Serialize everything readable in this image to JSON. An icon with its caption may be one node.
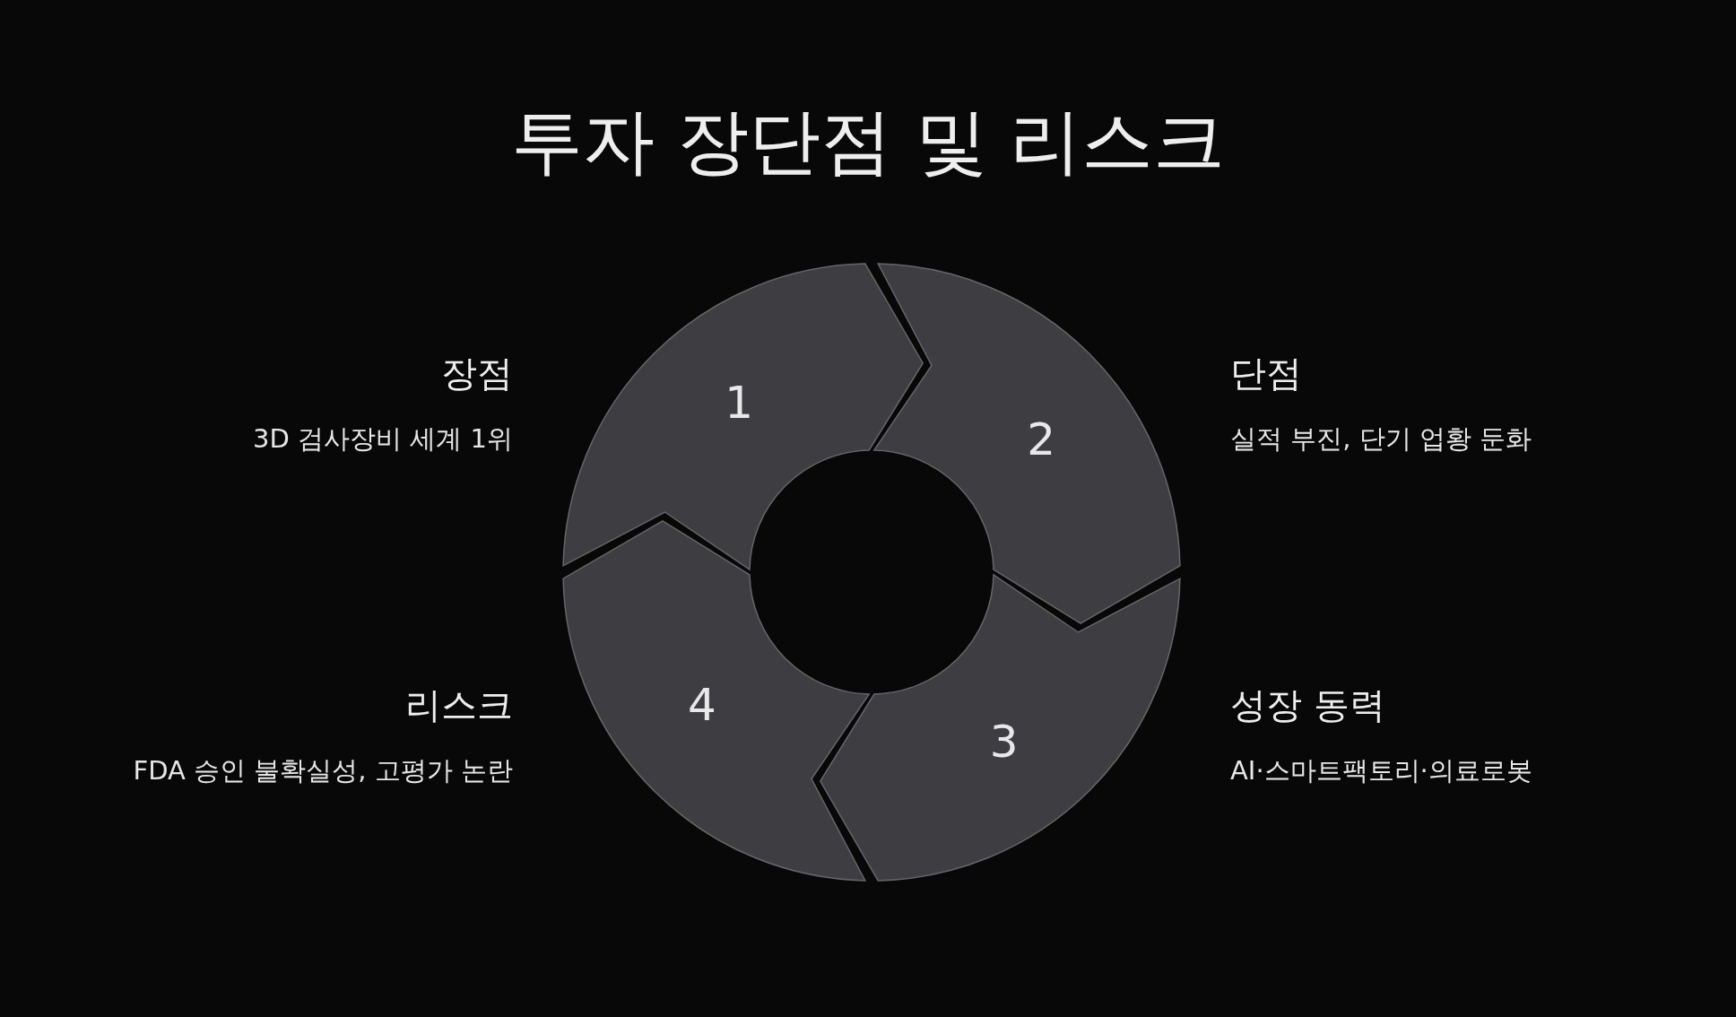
{
  "diagram": {
    "title": "투자 장단점 및 리스크",
    "nodes": [
      {
        "text": [
          "1"
        ],
        "beside": [
          "장점",
          "3D 검사장비 세계 1위"
        ]
      },
      {
        "text": [
          "2"
        ],
        "beside": [
          "단점",
          "실적 부진, 단기 업황 둔화"
        ]
      },
      {
        "text": [
          "3"
        ],
        "beside": [
          "성장 동력",
          "AI·스마트팩토리·의료로봇"
        ]
      },
      {
        "text": [
          "4"
        ],
        "beside": [
          "리스크",
          "FDA 승인 불확실성, 고평가 논란"
        ]
      }
    ],
    "edges": []
  }
}
